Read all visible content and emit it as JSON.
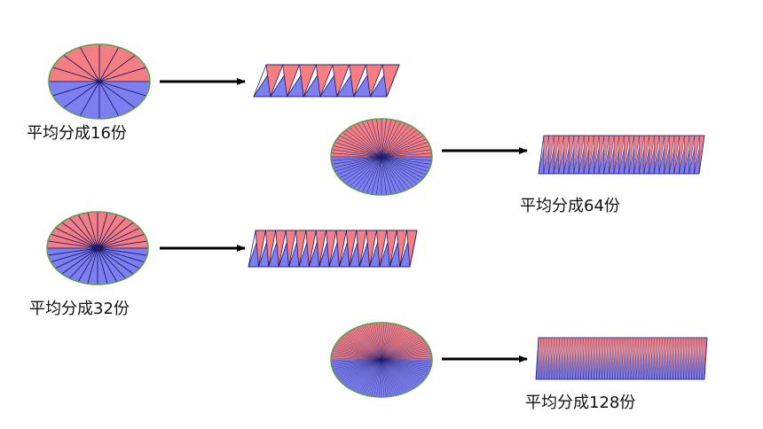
{
  "colors": {
    "top": "#F47E82",
    "bottom": "#7D7FF0",
    "spoke": "#1B1B6E",
    "rim": "#5E9E4A",
    "arrow": "#000000"
  },
  "panels": [
    {
      "id": "16",
      "slices": 16,
      "label": "平均分成16份"
    },
    {
      "id": "64",
      "slices": 64,
      "label": "平均分成64份"
    },
    {
      "id": "32",
      "slices": 32,
      "label": "平均分成32份"
    },
    {
      "id": "128",
      "slices": 128,
      "label": "平均分成128份"
    }
  ]
}
